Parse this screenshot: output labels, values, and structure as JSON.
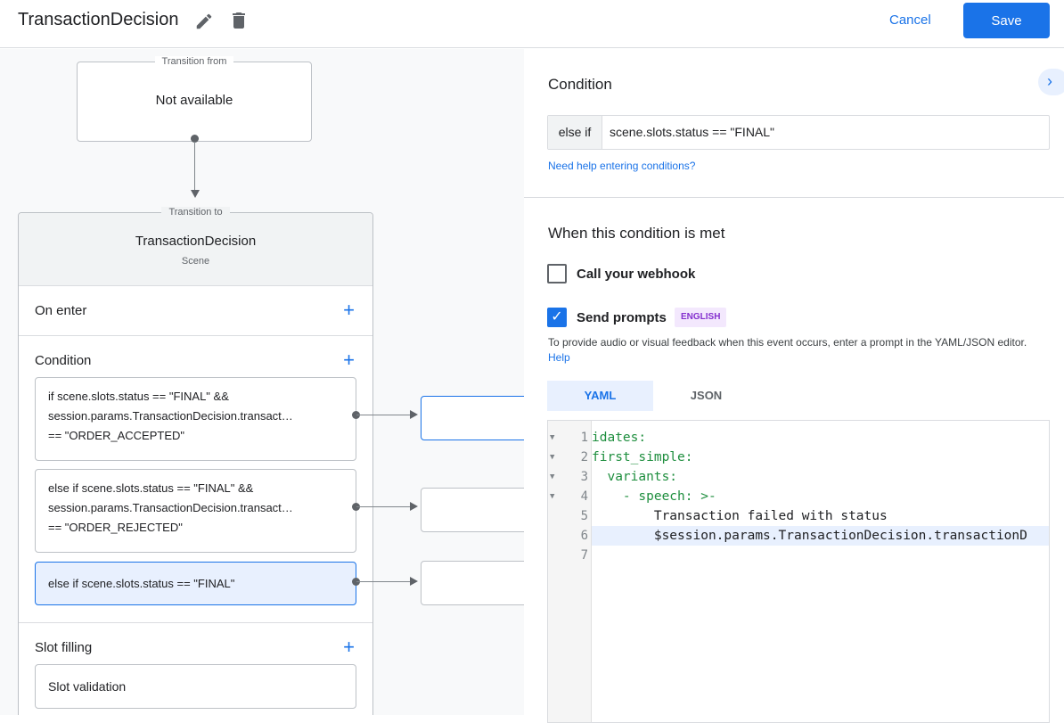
{
  "header": {
    "title": "TransactionDecision",
    "edit_icon": "pencil-icon",
    "delete_icon": "trash-icon",
    "cancel_label": "Cancel",
    "save_label": "Save"
  },
  "canvas": {
    "transition_from": {
      "legend": "Transition from",
      "value": "Not available"
    },
    "transition_to": {
      "legend": "Transition to",
      "scene_name": "TransactionDecision",
      "scene_label": "Scene"
    },
    "sections": {
      "on_enter": "On enter",
      "condition": "Condition",
      "slot_filling": "Slot filling"
    },
    "conditions": [
      {
        "lines": [
          "if scene.slots.status == \"FINAL\" &&",
          "session.params.TransactionDecision.transact…",
          "== \"ORDER_ACCEPTED\""
        ]
      },
      {
        "lines": [
          "else if scene.slots.status == \"FINAL\" &&",
          "session.params.TransactionDecision.transact…",
          "== \"ORDER_REJECTED\""
        ]
      },
      {
        "lines": [
          "else if scene.slots.status == \"FINAL\""
        ],
        "selected": true
      }
    ],
    "slot_validation": "Slot validation"
  },
  "panel": {
    "condition_heading": "Condition",
    "condition_prefix": "else if",
    "condition_value": "scene.slots.status == \"FINAL\"",
    "help_link": "Need help entering conditions?",
    "met_heading": "When this condition is met",
    "webhook_label": "Call your webhook",
    "webhook_checked": false,
    "prompts_label": "Send prompts",
    "prompts_checked": true,
    "language_badge": "ENGLISH",
    "description": "To provide audio or visual feedback when this event occurs, enter a prompt in the YAML/JSON editor.",
    "description_help": "Help",
    "tabs": [
      {
        "label": "YAML",
        "active": true
      },
      {
        "label": "JSON",
        "active": false
      }
    ],
    "code_lines": [
      "idates:",
      "first_simple:",
      "  variants:",
      "    - speech: >-",
      "        Transaction failed with status",
      "        $session.params.TransactionDecision.transactionD",
      ""
    ],
    "colors": {
      "accent": "#1a73e8",
      "badge_bg": "#f3e8fd",
      "badge_text": "#8430ce",
      "yaml_key": "#1e8e3e"
    }
  }
}
